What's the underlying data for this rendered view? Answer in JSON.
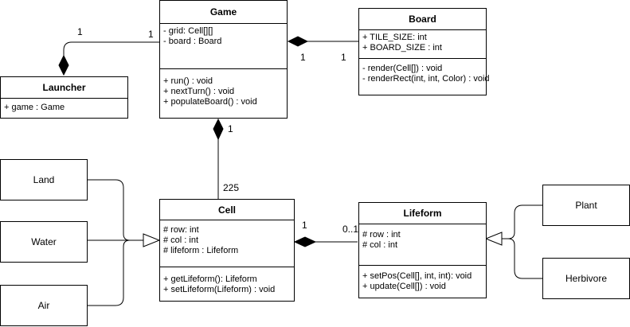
{
  "classes": {
    "game": {
      "name": "Game",
      "attributes": [
        "- grid: Cell[][]",
        "- board : Board"
      ],
      "methods": [
        "+ run() : void",
        "+ nextTurn() : void",
        "+ populateBoard() : void"
      ]
    },
    "board": {
      "name": "Board",
      "attributes": [
        "+ TILE_SIZE: int",
        "+ BOARD_SIZE : int"
      ],
      "methods": [
        "- render(Cell[]) : void",
        "- renderRect(int, int, Color) : void"
      ]
    },
    "launcher": {
      "name": "Launcher",
      "attributes": [
        "+ game : Game"
      ]
    },
    "cell": {
      "name": "Cell",
      "attributes": [
        "# row: int",
        "# col : int",
        "# lifeform : Lifeform"
      ],
      "methods": [
        "+ getLifeform(): Lifeform",
        "+ setLifeform(Lifeform) : void"
      ]
    },
    "lifeform": {
      "name": "Lifeform",
      "attributes": [
        "# row : int",
        "# col : int"
      ],
      "methods": [
        "+ setPos(Cell[], int, int): void",
        "+ update(Cell[]) : void"
      ]
    }
  },
  "boxes": {
    "land": "Land",
    "water": "Water",
    "air": "Air",
    "plant": "Plant",
    "herbivore": "Herbivore"
  },
  "multiplicities": {
    "launcher_end": "1",
    "game_launcher_end": "1",
    "game_board_end": "1",
    "board_end": "1",
    "game_cell_end": "1",
    "cell_end": "225",
    "cell_lifeform_end": "1",
    "lifeform_end": "0..1"
  }
}
